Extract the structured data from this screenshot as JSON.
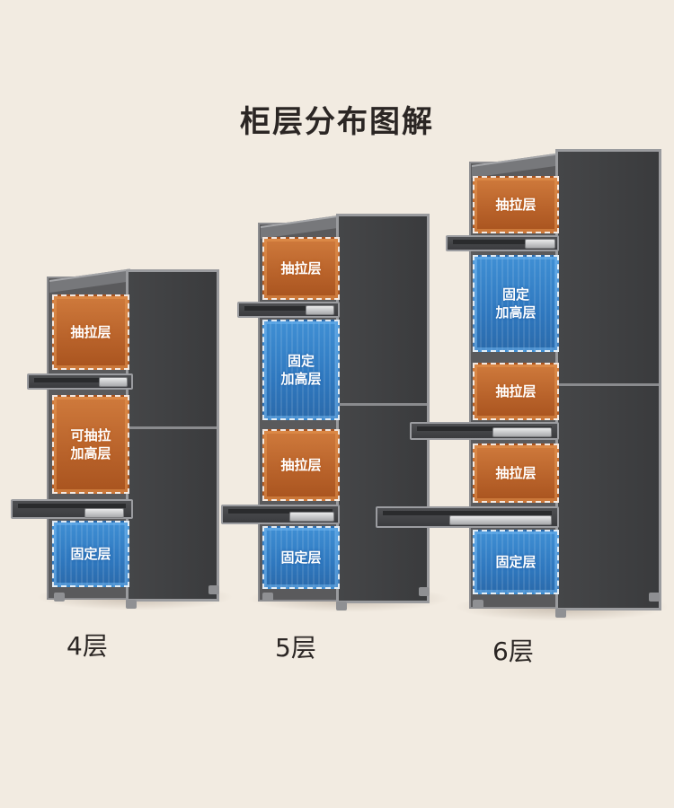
{
  "title": "柜层分布图解",
  "colors": {
    "orange": "#c06a2d",
    "blue": "#3282c8",
    "frame": "#5a5a5c"
  },
  "cabinets": [
    {
      "caption": "4层",
      "layers": [
        "抽拉层",
        "可抽拉加高层",
        "固定层"
      ],
      "labels": {
        "l1": "抽拉层",
        "l2a": "可抽拉",
        "l2b": "加高层",
        "l3": "固定层"
      }
    },
    {
      "caption": "5层",
      "layers": [
        "抽拉层",
        "固定加高层",
        "抽拉层",
        "固定层"
      ],
      "labels": {
        "l1": "抽拉层",
        "l2a": "固定",
        "l2b": "加高层",
        "l3": "抽拉层",
        "l4": "固定层"
      }
    },
    {
      "caption": "6层",
      "layers": [
        "抽拉层",
        "固定加高层",
        "抽拉层",
        "抽拉层",
        "固定层"
      ],
      "labels": {
        "l1": "抽拉层",
        "l2a": "固定",
        "l2b": "加高层",
        "l3": "抽拉层",
        "l4": "抽拉层",
        "l5": "固定层"
      }
    }
  ]
}
